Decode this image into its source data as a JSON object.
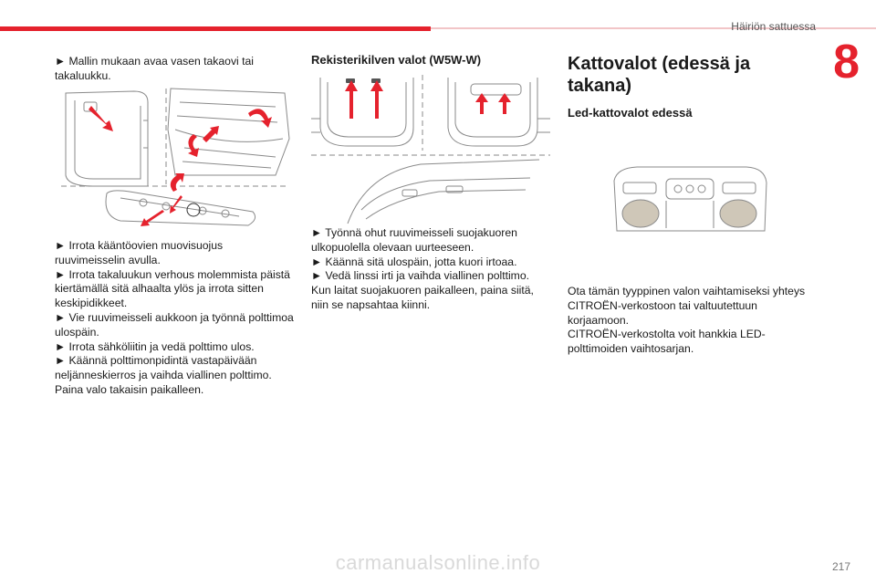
{
  "header": {
    "section": "Häiriön sattuessa",
    "chapter": "8",
    "accent": "#e5222d"
  },
  "col1": {
    "intro": "► Mallin mukaan avaa vasen takaovi tai takaluukku.",
    "steps": [
      "► Irrota kääntöovien muovisuojus ruuvimeisselin avulla.",
      "► Irrota takaluukun verhous molemmista päistä kiertämällä sitä alhaalta ylös ja irrota sitten keskipidikkeet.",
      "► Vie ruuvimeisseli aukkoon ja työnnä polttimoa ulospäin.",
      "► Irrota sähköliitin ja vedä polttimo ulos.",
      "► Käännä polttimonpidintä vastapäivään neljänneskierros ja vaihda viallinen polttimo.",
      "Paina valo takaisin paikalleen."
    ]
  },
  "col2": {
    "heading": "Rekisterikilven valot (W5W-W)",
    "steps": [
      "► Työnnä ohut ruuvimeisseli suojakuoren ulkopuolella olevaan uurteeseen.",
      "► Käännä sitä ulospäin, jotta kuori irtoaa.",
      "► Vedä linssi irti ja vaihda viallinen polttimo.",
      "Kun laitat suojakuoren paikalleen, paina siitä, niin se napsahtaa kiinni."
    ]
  },
  "col3": {
    "heading": "Kattovalot (edessä ja takana)",
    "subheading": "Led-kattovalot edessä",
    "paragraphs": [
      "Ota tämän tyyppinen valon vaihtamiseksi yhteys CITROËN-verkostoon tai valtuutettuun korjaamoon.",
      "CITROËN-verkostolta voit hankkia LED-polttimoiden vaihtosarjan."
    ]
  },
  "footer": {
    "page": "217",
    "watermark": "carmanualsonline.info"
  }
}
